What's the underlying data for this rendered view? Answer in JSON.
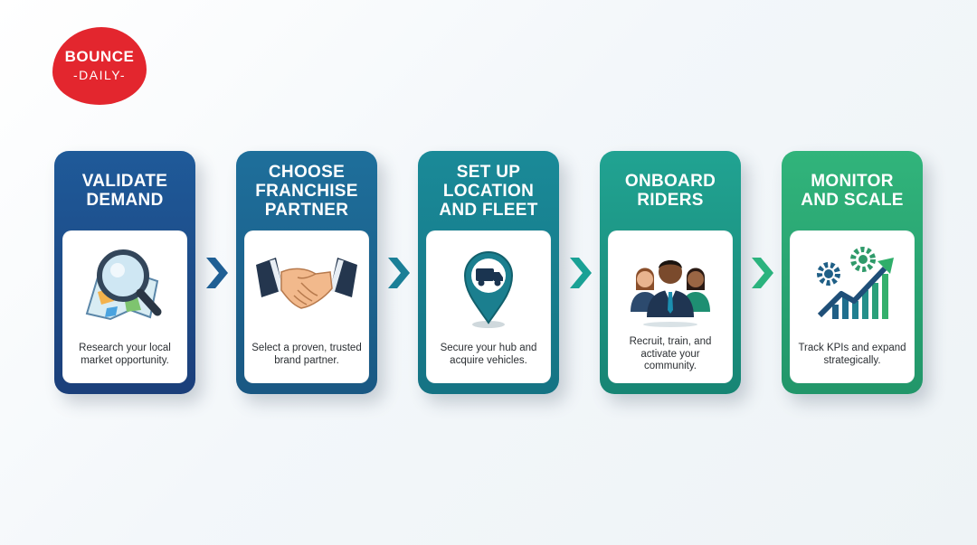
{
  "logo": {
    "line1": "BOUNCE",
    "line2": "-DAILY-"
  },
  "steps": [
    {
      "title_lines": [
        "VALIDATE",
        "DEMAND"
      ],
      "description": "Research your local market opportunity.",
      "icon": "magnifier-map-icon",
      "color_top": "#1f4f8f",
      "color_bottom": "#1b3f78"
    },
    {
      "title_lines": [
        "CHOOSE",
        "FRANCHISE",
        "PARTNER"
      ],
      "description": "Select a proven, trusted brand partner.",
      "icon": "handshake-icon",
      "color_top": "#1f6b96",
      "color_bottom": "#1a5883"
    },
    {
      "title_lines": [
        "SET UP",
        "LOCATION",
        "AND FLEET"
      ],
      "description": "Secure your hub and acquire vehicles.",
      "icon": "location-van-icon",
      "color_top": "#1a8796",
      "color_bottom": "#157384"
    },
    {
      "title_lines": [
        "ONBOARD",
        "RIDERS"
      ],
      "description": "Recruit, train, and activate your community.",
      "icon": "team-people-icon",
      "color_top": "#20a090",
      "color_bottom": "#178574"
    },
    {
      "title_lines": [
        "MONITOR",
        "AND SCALE"
      ],
      "description": "Track KPIs and expand strategically.",
      "icon": "growth-chart-icon",
      "color_top": "#2fb27a",
      "color_bottom": "#22966a"
    }
  ],
  "colors": {
    "logo_red": "#e3262e",
    "arrow_1": "#1f5f94",
    "arrow_2": "#1b7f97",
    "arrow_3": "#1aa195",
    "arrow_4": "#2bb37e"
  }
}
